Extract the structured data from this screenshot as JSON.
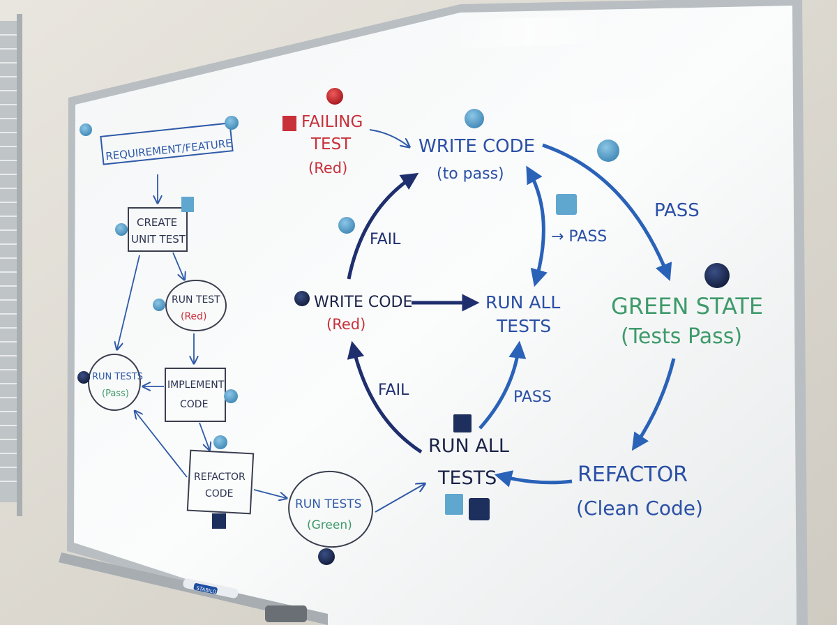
{
  "colors": {
    "red": "#c8303a",
    "blue_dark": "#1f2f6e",
    "blue_mid": "#2a62b8",
    "blue_light": "#3c7fd1",
    "green": "#3f9a6b",
    "navy": "#1b2448",
    "magnet_light": "#5fa7cf",
    "magnet_dark": "#1d2f5c"
  },
  "left_flow": {
    "requirement": "REQUIREMENT/FEATURE",
    "create_line1": "CREATE",
    "create_line2": "UNIT TEST",
    "run_test_line1": "RUN TEST",
    "run_test_line2": "(Red)",
    "implement_line1": "IMPLEMENT",
    "implement_line2": "CODE",
    "run_tests_pass_line1": "RUN TESTS",
    "run_tests_pass_line2": "(Pass)",
    "refactor_line1": "REFACTOR",
    "refactor_line2": "CODE",
    "run_tests_green_line1": "RUN TESTS",
    "run_tests_green_line2": "(Green)"
  },
  "cycle": {
    "failing_line1": "FAILING",
    "failing_line2": "TEST",
    "failing_line3": "(Red)",
    "write_code_top_line1": "WRITE CODE",
    "write_code_top_line2": "(to pass)",
    "write_code_red_line1": "WRITE CODE",
    "write_code_red_line2": "(Red)",
    "run_all_center_line1": "RUN ALL",
    "run_all_center_line2": "TESTS",
    "run_all_bottom_line1": "RUN ALL",
    "run_all_bottom_line2": "TESTS",
    "fail_upper": "FAIL",
    "fail_lower": "FAIL",
    "pass_inner_right": "→ PASS",
    "pass_inner_lower": "PASS",
    "pass_outer": "PASS",
    "green_line1": "GREEN STATE",
    "green_line2": "(Tests Pass)",
    "refactor_line1": "REFACTOR",
    "refactor_line2": "(Clean Code)"
  },
  "marker_brand": "STABILO"
}
